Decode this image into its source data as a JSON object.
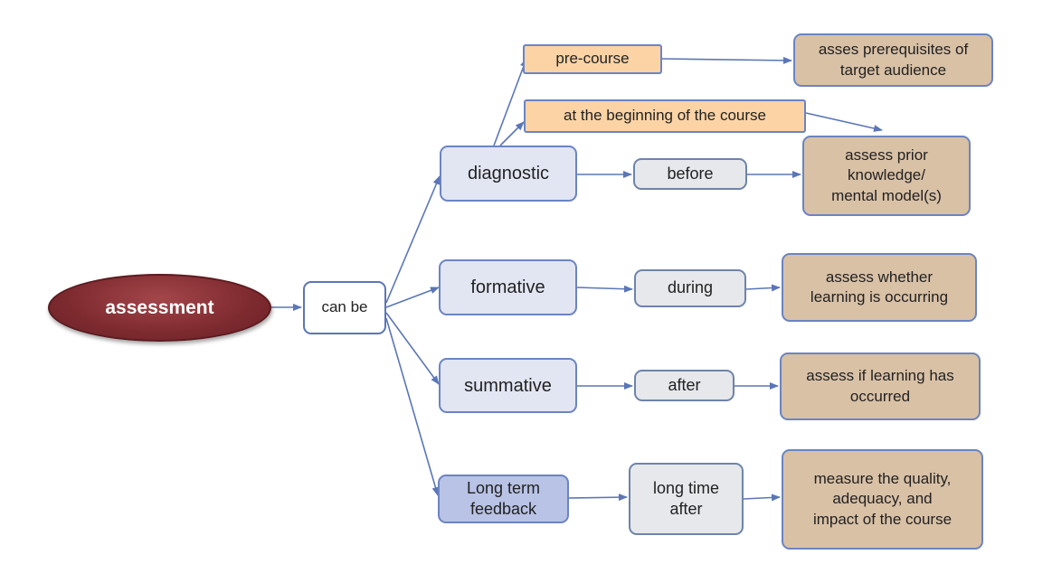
{
  "nodes": {
    "assessment": "assessment",
    "can_be": "can be",
    "diagnostic": "diagnostic",
    "formative": "formative",
    "summative": "summative",
    "long_term": "Long term\nfeedback",
    "pre_course": "pre-course",
    "beginning": "at the beginning of the course",
    "before": "before",
    "during": "during",
    "after": "after",
    "long_time_after": "long time\nafter",
    "asses_prereq": "asses prerequisites of\ntarget audience",
    "assess_prior": "assess prior\nknowledge/\nmental model(s)",
    "assess_whether": "assess whether\nlearning is occurring",
    "assess_if": "assess if learning has\noccurred",
    "measure_quality": "measure the quality,\nadequacy, and\nimpact of the course"
  },
  "colors": {
    "root_fill": "#7d2a2f",
    "link_word_border": "#5b76b6",
    "type_fill": "#e2e6f3",
    "type_dark_fill": "#b8c3e6",
    "time_fill": "#e6e8ec",
    "purpose_fill": "#d9c1a6",
    "timing_fill": "#fbd3a5",
    "arrow": "#5b76b6"
  }
}
